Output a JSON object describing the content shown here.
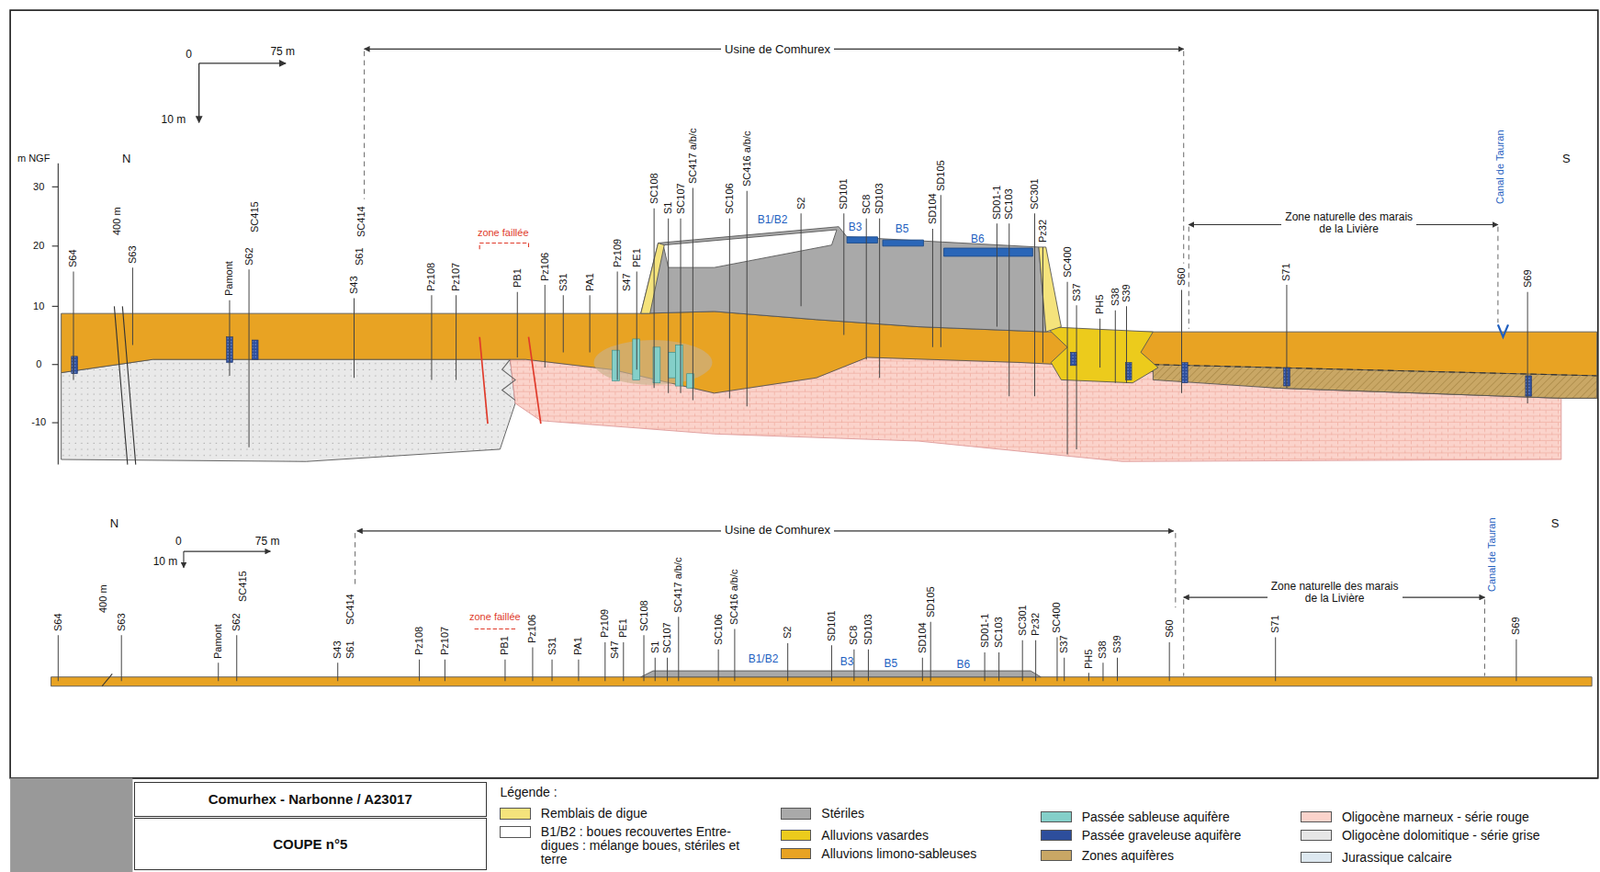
{
  "diagram": {
    "nodes": [
      {
        "text": [
          "Comurhex - Narbonne / A23017"
        ]
      },
      {
        "text": [
          "COUPE n°5"
        ]
      }
    ],
    "labels": [
      "0",
      "75 m",
      "10 m",
      "Usine de Comhurex",
      "m NGF",
      "N",
      "30",
      "20",
      "10",
      "0",
      "-10",
      "Zone naturelle des marais de la Livière",
      "S",
      "S64",
      "400 m",
      "S63",
      "Pamont",
      "S62",
      "SC415",
      "S43",
      "S61",
      "SC414",
      "Pz108",
      "Pz107",
      "zone faillée",
      "PB1",
      "Pz106",
      "S31",
      "PA1",
      "Pz109",
      "PE1",
      "S47",
      "SC108",
      "S1",
      "SC107",
      "SC417 a/b/c",
      "SC106",
      "SC416 a/b/c",
      "B1/B2",
      "S2",
      "SD101",
      "B3",
      "SC8",
      "SD103",
      "B5",
      "SD104",
      "SD105",
      "B6",
      "SD01-1",
      "SC103",
      "SC301",
      "Pz32",
      "SC400",
      "S37",
      "PH5",
      "S38",
      "S39",
      "S60",
      "S71",
      "Canal de Tauran",
      "S69",
      "N",
      "0",
      "75 m",
      "10 m",
      "Usine de Comhurex",
      "Zone naturelle des marais de la Livière",
      "S",
      "S64",
      "400 m",
      "S63",
      "Pamont",
      "S62",
      "SC415",
      "S43",
      "S61",
      "SC414",
      "Pz108",
      "Pz107",
      "zone faillée",
      "PB1",
      "Pz106",
      "S31",
      "PA1",
      "Pz109",
      "PE1",
      "S47",
      "SC108",
      "S1",
      "SC107",
      "SC417 a/b/c",
      "SC106",
      "SC416 a/b/c",
      "B1/B2",
      "S2",
      "SD101",
      "B3",
      "SC8",
      "SD103",
      "B5",
      "SD104",
      "SD105",
      "B6",
      "SD01-1",
      "SC103",
      "SC301",
      "Pz32",
      "SC400",
      "S37",
      "PH5",
      "S38",
      "S39",
      "S60",
      "S71",
      "Canal de Tauran",
      "S69",
      "Légende :"
    ],
    "legend": [
      {
        "text": "Remblais de digue",
        "color": "#f5e37c"
      },
      {
        "text": "B1/B2 : boues recouvertes Entre-digues : mélange boues, stériles et terre",
        "color": "#ffffff"
      },
      {
        "text": "Stériles",
        "color": "#a9a9a9"
      },
      {
        "text": "Alluvions vasardes",
        "color": "#eccb1c"
      },
      {
        "text": "Alluvions limono-sableuses",
        "color": "#e8a323"
      },
      {
        "text": "Passée sableuse aquifère",
        "color": "#84cfc9"
      },
      {
        "text": "Passée graveleuse aquifère",
        "color": "#2d4e9c"
      },
      {
        "text": "Zones aquifères",
        "color": "#c9a765"
      },
      {
        "text": "Oligocène marneux - série rouge",
        "color": "#fbd3cb"
      },
      {
        "text": "Oligocène dolomitique - série grise",
        "color": "#e6e6e6"
      },
      {
        "text": "Jurassique calcaire",
        "color": "#dde8f0"
      }
    ]
  }
}
